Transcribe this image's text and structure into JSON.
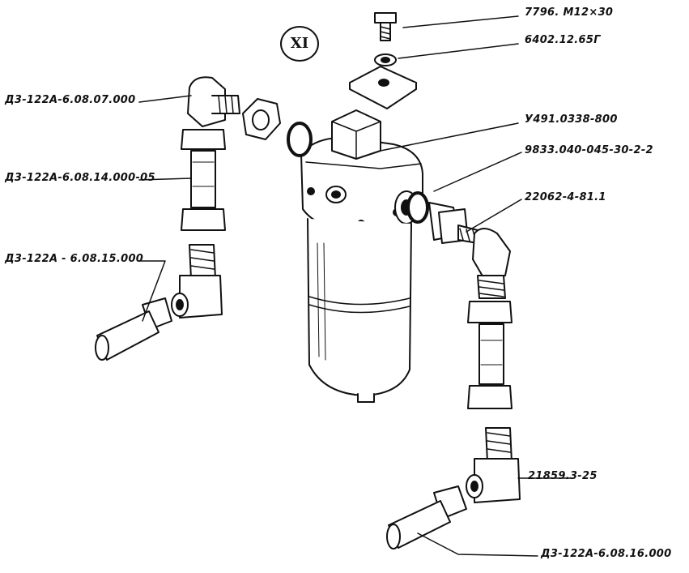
{
  "diagram": {
    "section_numeral": "XI",
    "labels": {
      "bolt": "7796. M12×30",
      "washer": "6402.12.65Г",
      "bracket": "У491.0338-800",
      "oring": "9833.040-045-30-2-2",
      "fitting_right": "22062-4-81.1",
      "elbow_left": "Д3-122А-6.08.07.000",
      "pipe_left": "Д3-122А-6.08.14.000-05",
      "hose_left": "Д3-122А - 6.08.15.000",
      "tee_right": "21859.3-25",
      "hose_right": "Д3-122А-6.08.16.000"
    }
  }
}
